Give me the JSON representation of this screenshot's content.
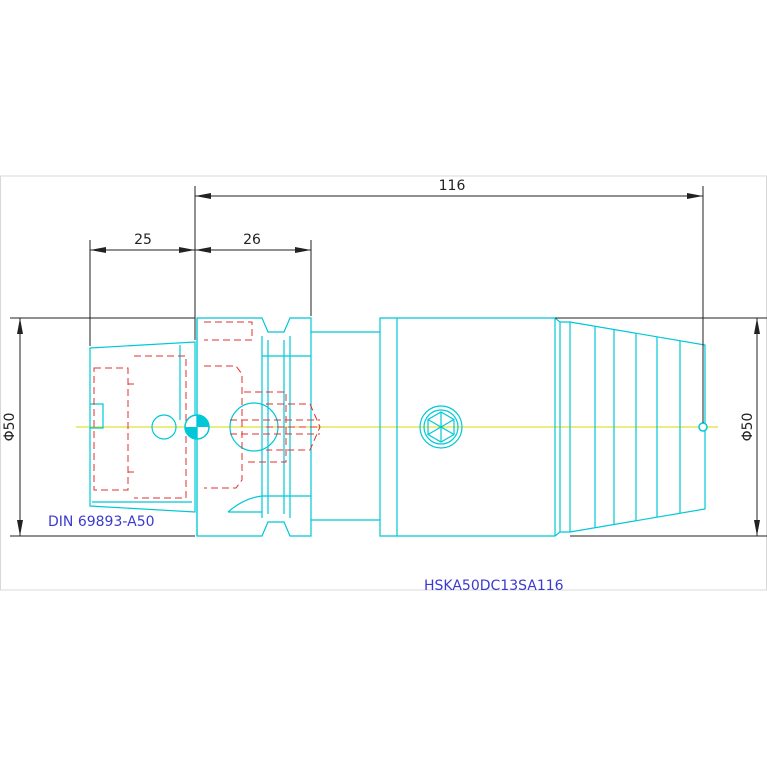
{
  "colors": {
    "outline": "#00c8d8",
    "hidden": "#e03030",
    "dimension": "#222222",
    "centerline": "#d8d800",
    "label": "#3a3ad0",
    "frame": "#d8d8d8"
  },
  "dimensions": {
    "overall_length": "116",
    "taper_length": "25",
    "flange_length": "26",
    "left_diameter": "Φ50",
    "right_diameter": "Φ50"
  },
  "labels": {
    "standard": "DIN 69893-A50",
    "part_number": "HSKA50DC13SA116"
  }
}
